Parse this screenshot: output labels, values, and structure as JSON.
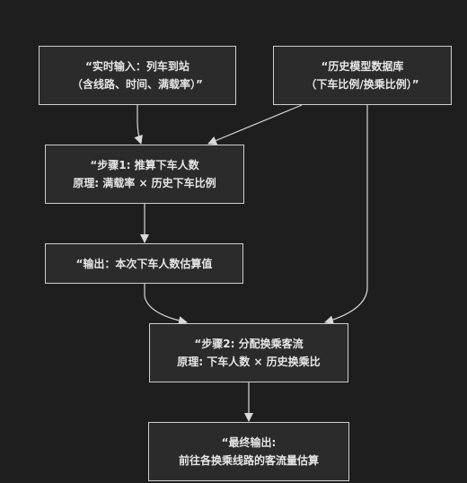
{
  "diagram": {
    "nodes": {
      "input": {
        "line1": "“实时输入：列车到站",
        "line2": "（含线路、时间、满载率）”"
      },
      "db": {
        "line1": "“历史模型数据库",
        "line2": "（下车比例/换乘比例）”"
      },
      "step1": {
        "line1": "“步骤1: 推算下车人数",
        "line2": "原理: 满载率 × 历史下车比例"
      },
      "out1": {
        "line1": "“输出：本次下车人数估算值"
      },
      "step2": {
        "line1": "“步骤2: 分配换乘客流",
        "line2": "原理: 下车人数 × 历史换乘比"
      },
      "final": {
        "line1": "“最终输出:",
        "line2": "前往各换乘线路的客流量估算"
      }
    },
    "colors": {
      "background": "#1e1e1e",
      "node_fill": "#2b2b2b",
      "node_border": "#cfcfcf",
      "text": "#e6e6e6",
      "edge": "#d9d9d9"
    }
  }
}
